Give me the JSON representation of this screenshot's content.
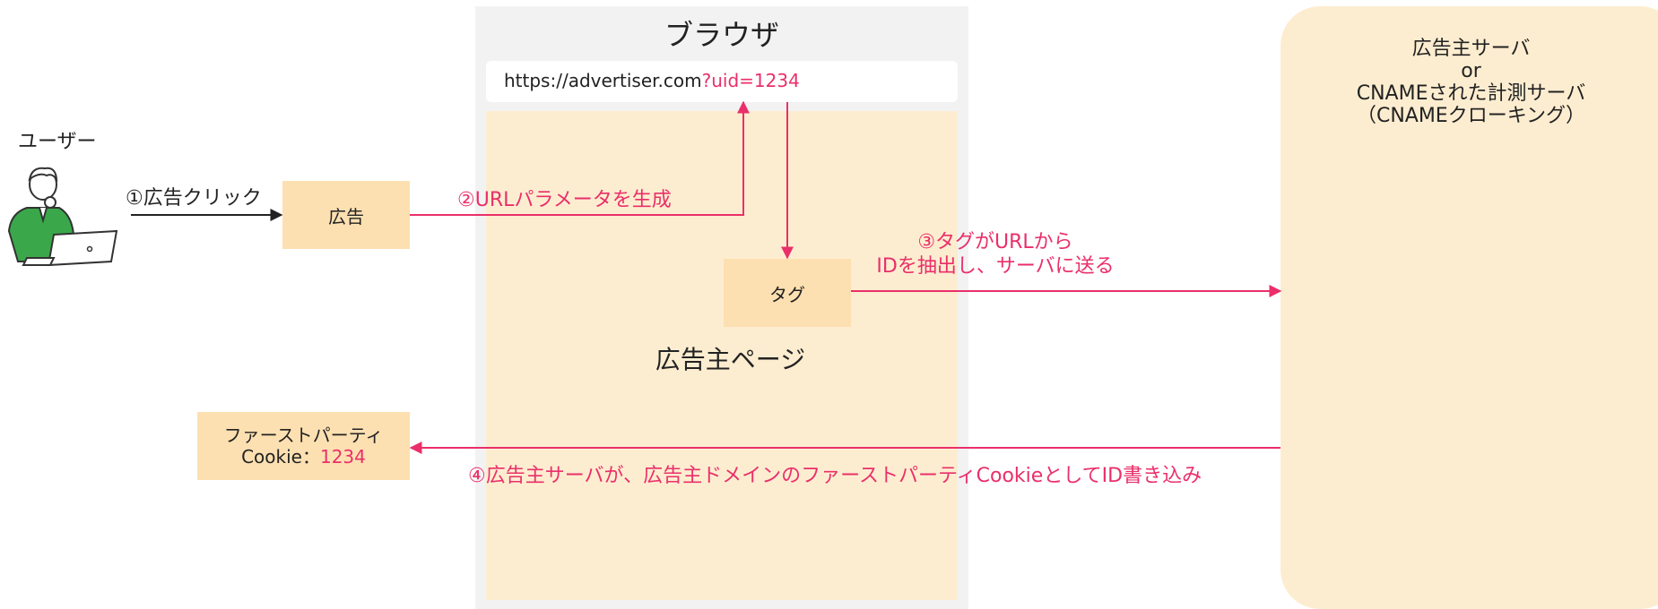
{
  "user": {
    "label": "ユーザー"
  },
  "browser": {
    "title": "ブラウザ",
    "url_base": "https://advertiser.com",
    "url_param": "?uid=1234",
    "page_label": "広告主ページ"
  },
  "server": {
    "line1": "広告主サーバ",
    "line2": "or",
    "line3": "CNAMEされた計測サーバ",
    "line4": "（CNAMEクローキング）"
  },
  "boxes": {
    "ad": "広告",
    "tag": "タグ",
    "cookie_line1": "ファーストパーティ",
    "cookie_prefix": "Cookie：",
    "cookie_value": "1234"
  },
  "steps": {
    "step1": "①広告クリック",
    "step2": "②URLパラメータを生成",
    "step3_line1": "③タグがURLから",
    "step3_line2": "IDを抽出し、サーバに送る",
    "step4": "④広告主サーバが、広告主ドメインのファーストパーティCookieとしてID書き込み"
  },
  "colors": {
    "accent": "#ea2f6a",
    "box_fill": "#fde0b1",
    "page_fill": "#fdedd0",
    "browser_fill": "#f2f2f2",
    "user_shirt": "#3aa84a"
  }
}
